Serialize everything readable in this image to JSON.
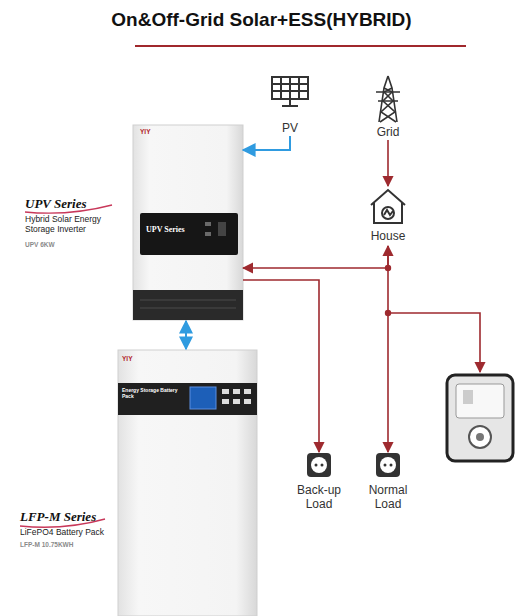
{
  "diagram": {
    "title": "On&Off-Grid Solar+ESS(HYBRID)",
    "nodes": [
      {
        "text": [
          "UPV Series",
          "Hybrid Solar Energy Storage Inverter",
          "UPV 6KW"
        ]
      },
      {
        "text": [
          "PV"
        ]
      },
      {
        "text": [
          "Grid"
        ]
      },
      {
        "text": [
          "House"
        ]
      },
      {
        "text": [
          "LFP-M Series",
          "LiFePO4 Battery Pack",
          "LFP-M 10.75KWH"
        ]
      },
      {
        "text": [
          "Back-up Load"
        ]
      },
      {
        "text": [
          "Normal Load"
        ]
      }
    ],
    "edges": [
      {
        "from": 1,
        "to": 0,
        "arrow": "to"
      },
      {
        "from": 2,
        "to": 3,
        "arrow": "to"
      },
      {
        "from": 0,
        "to": 4,
        "arrow": "both"
      },
      {
        "from": 0,
        "to": 3,
        "arrow": "both"
      },
      {
        "from": 0,
        "to": 5,
        "arrow": "to"
      },
      {
        "from": 3,
        "to": 6,
        "arrow": "to"
      }
    ],
    "labels": [
      "YIY",
      "UPV Series",
      "YIY",
      "Energy Storage Battery Pack"
    ]
  }
}
